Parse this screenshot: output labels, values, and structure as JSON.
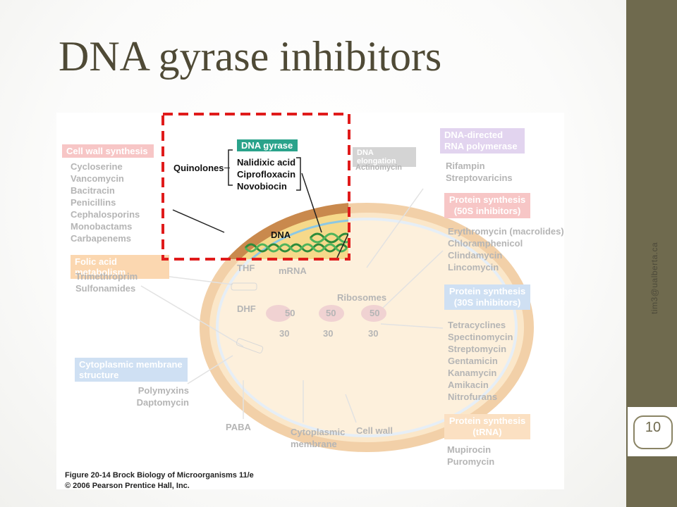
{
  "slide": {
    "title": "DNA gyrase inhibitors",
    "side_text": "tim3@ualberta.ca",
    "page_number": "10"
  },
  "figure": {
    "highlight": {
      "header": "DNA gyrase",
      "group_label": "Quinolones",
      "drugs": [
        "Nalidixic acid",
        "Ciprofloxacin",
        "Novobiocin"
      ],
      "dna_label": "DNA"
    },
    "cell_wall": {
      "header": "Cell wall synthesis",
      "drugs": [
        "Cycloserine",
        "Vancomycin",
        "Bacitracin",
        "Penicillins",
        "Cephalosporins",
        "Monobactams",
        "Carbapenems"
      ]
    },
    "folic": {
      "header": "Folic acid metabolism",
      "drugs": [
        "Trimethroprim",
        "Sulfonamides"
      ]
    },
    "membrane": {
      "header": "Cytoplasmic membrane structure",
      "drugs": [
        "Polymyxins",
        "Daptomycin"
      ]
    },
    "dna_elongation": {
      "header": "DNA elongation",
      "drug": "Actinomycin"
    },
    "rna_pol": {
      "header": "DNA-directed RNA polymerase",
      "drugs": [
        "Rifampin",
        "Streptovaricins"
      ]
    },
    "ps50": {
      "header": "Protein synthesis (50S inhibitors)",
      "drugs": [
        "Erythromycin (macrolides)",
        "Chloramphenicol",
        "Clindamycin",
        "Lincomycin"
      ]
    },
    "ps30": {
      "header": "Protein synthesis (30S inhibitors)",
      "drugs": [
        "Tetracyclines",
        "Spectinomycin",
        "Streptomycin",
        "Gentamicin",
        "Kanamycin",
        "Amikacin",
        "Nitrofurans"
      ]
    },
    "trna": {
      "header": "Protein synthesis (tRNA)",
      "drugs": [
        "Mupirocin",
        "Puromycin"
      ]
    },
    "cell_labels": {
      "thf": "THF",
      "dhf": "DHF",
      "mrna": "mRNA",
      "ribosomes": "Ribosomes",
      "paba": "PABA",
      "membrane": "Cytoplasmic membrane",
      "wall": "Cell wall",
      "r50": "50",
      "r30": "30"
    },
    "caption_line1": "Figure 20-14 Brock Biology of Microorganisms 11/e",
    "caption_line2": "© 2006 Pearson Prentice Hall, Inc."
  },
  "colors": {
    "accent": "#6f6a4e",
    "highlight_border": "#e01b1b",
    "gyrase_header": "#2aa38b",
    "dna_green": "#2e8b3a",
    "cell_fill": "#f6d98a",
    "cell_wall": "#c9894d"
  }
}
